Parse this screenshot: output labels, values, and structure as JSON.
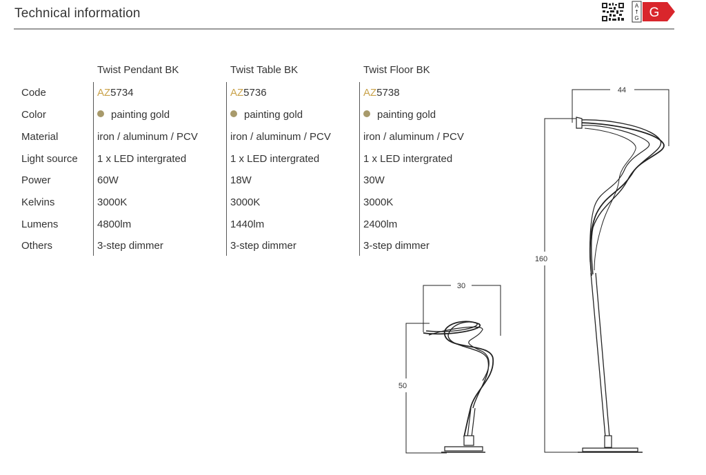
{
  "header": {
    "title": "Technical information"
  },
  "energy_label": {
    "scale_top": "A",
    "scale_arrow": "↑",
    "scale_bottom": "G",
    "class": "G",
    "color": "#d9262c"
  },
  "table": {
    "row_labels": [
      "Code",
      "Color",
      "Material",
      "Light source",
      "Power",
      "Kelvins",
      "Lumens",
      "Others"
    ],
    "products": [
      {
        "name": "Twist Pendant BK",
        "code_prefix": "AZ",
        "code_number": "5734",
        "color": "painting gold",
        "material": "iron / aluminum / PCV",
        "light_source": "1 x LED intergrated",
        "power": "60W",
        "kelvins": "3000K",
        "lumens": "4800lm",
        "others": "3-step dimmer"
      },
      {
        "name": "Twist Table BK",
        "code_prefix": "AZ",
        "code_number": "5736",
        "color": "painting gold",
        "material": "iron / aluminum / PCV",
        "light_source": "1 x LED intergrated",
        "power": "18W",
        "kelvins": "3000K",
        "lumens": "1440lm",
        "others": "3-step dimmer"
      },
      {
        "name": "Twist Floor BK",
        "code_prefix": "AZ",
        "code_number": "5738",
        "color": "painting gold",
        "material": "iron / aluminum / PCV",
        "light_source": "1 x LED intergrated",
        "power": "30W",
        "kelvins": "3000K",
        "lumens": "2400lm",
        "others": "3-step dimmer"
      }
    ],
    "swatch_color": "#a89a6b",
    "code_prefix_color": "#c9a24a"
  },
  "dimensions": {
    "table_lamp": {
      "width": "30",
      "height": "50"
    },
    "floor_lamp": {
      "width": "44",
      "height": "160"
    }
  }
}
